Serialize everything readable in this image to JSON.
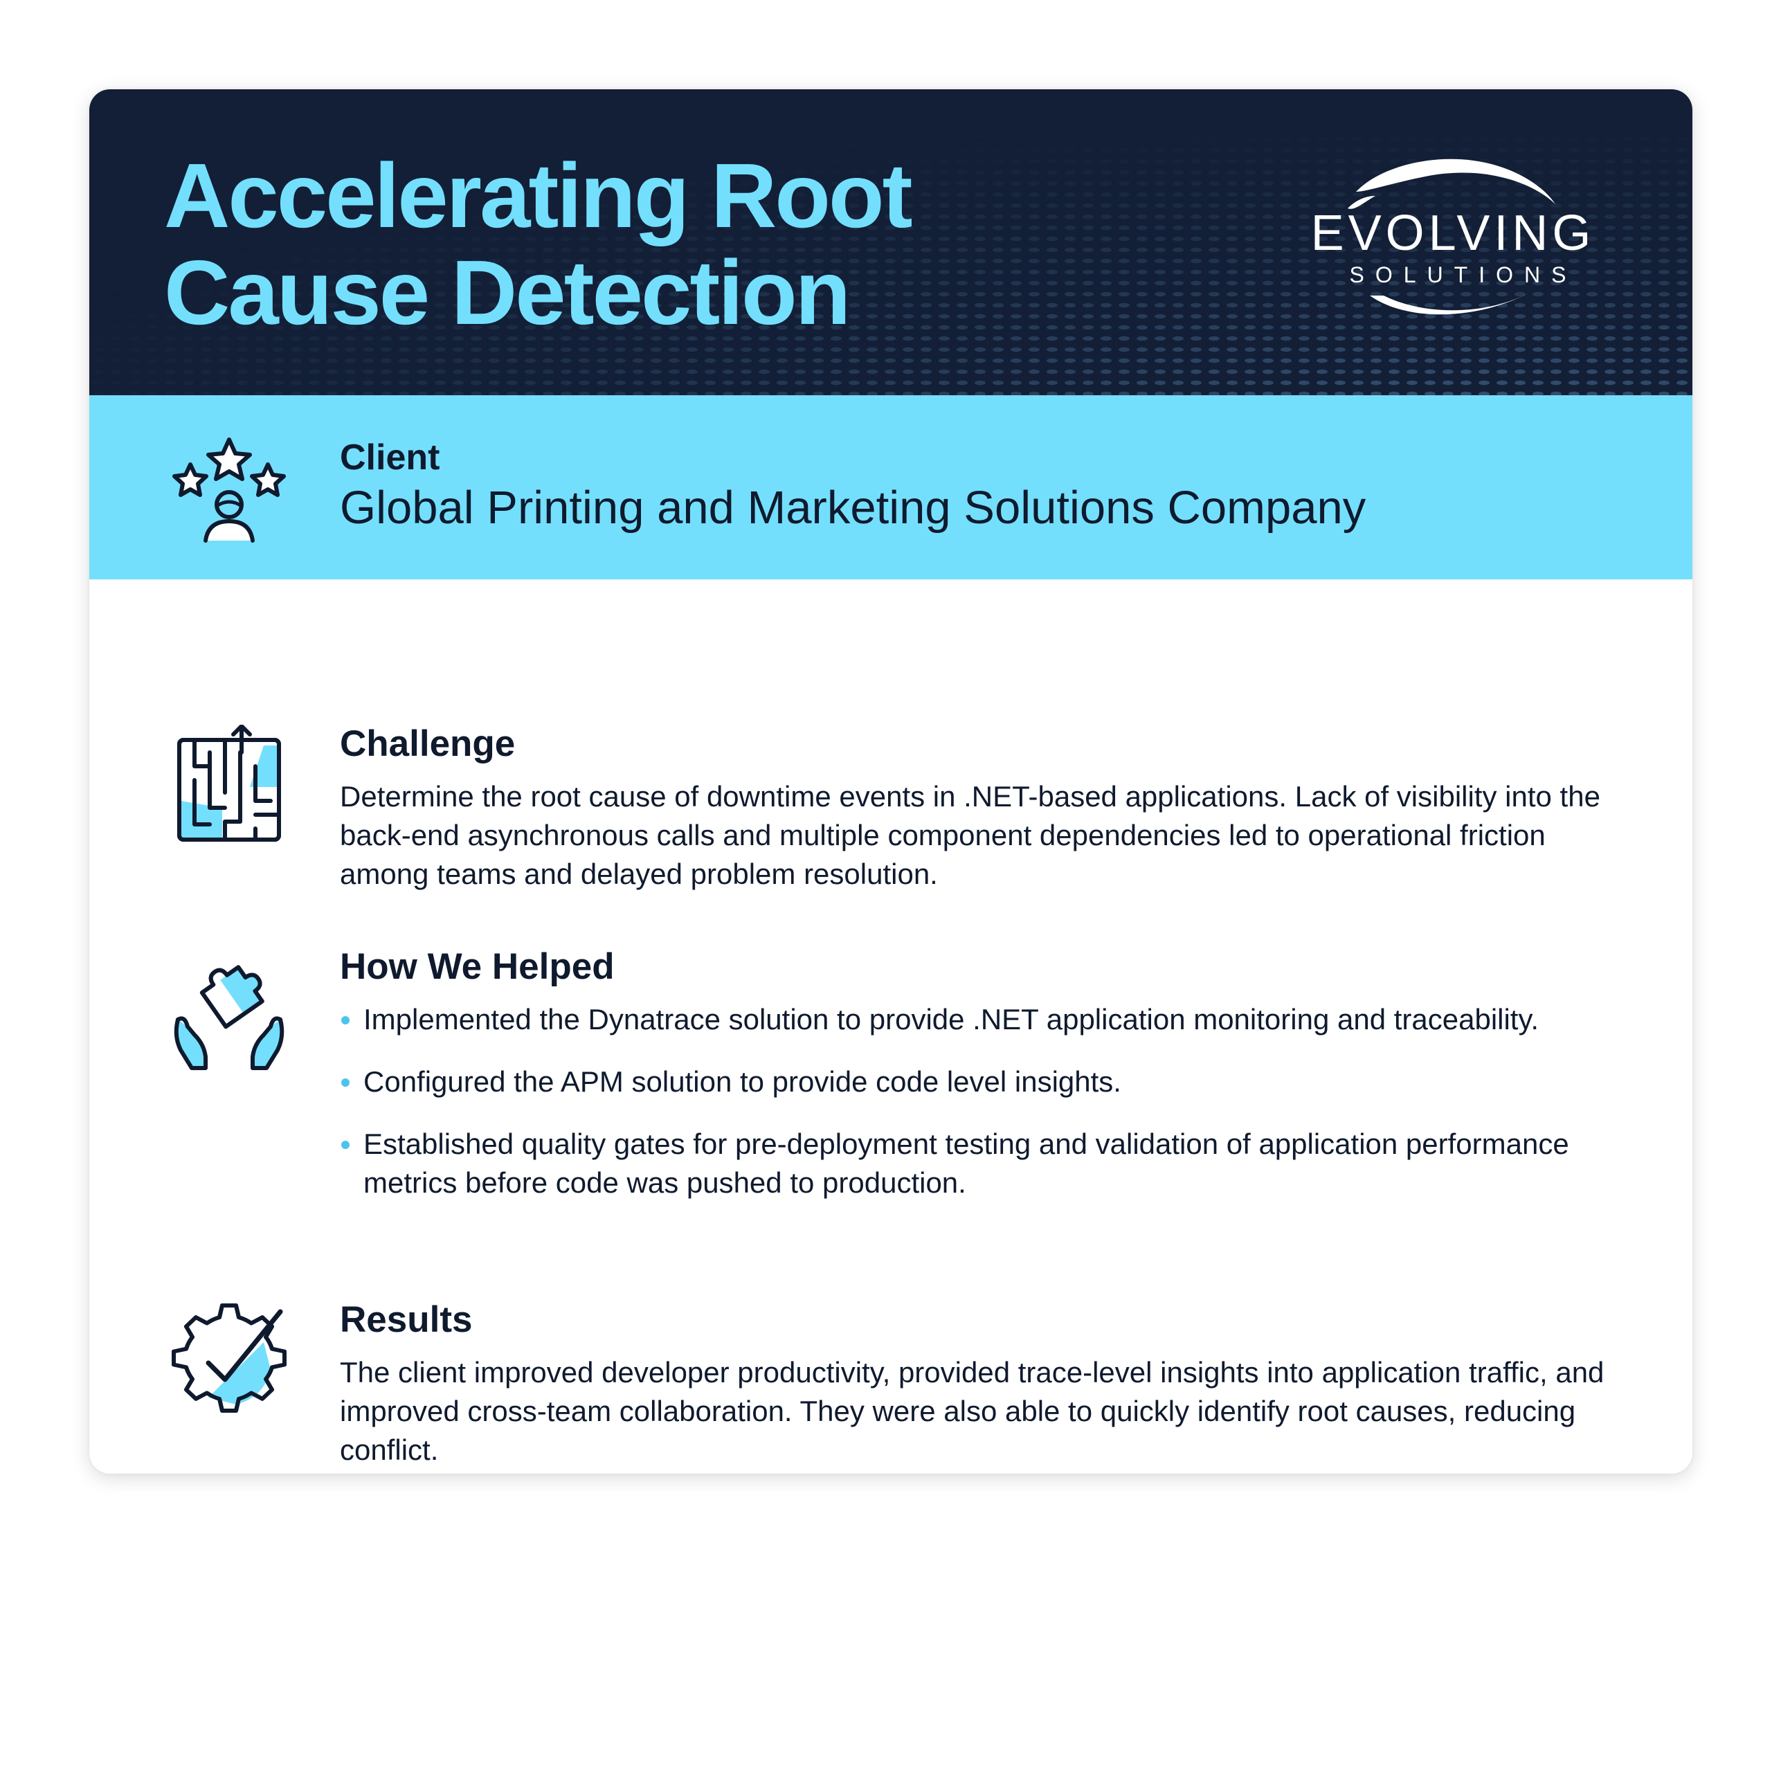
{
  "header": {
    "title": "Accelerating Root Cause Detection",
    "logo_word": "EVOLVING",
    "logo_sub": "SOLUTIONS"
  },
  "client": {
    "label": "Client",
    "name": "Global Printing and Marketing Solutions Company",
    "icon": "client-stars-icon"
  },
  "challenge": {
    "heading": "Challenge",
    "body": "Determine the root cause of downtime events in .NET-based applications. Lack of visibility into the back-end asynchronous calls and multiple component dependencies led to operational friction among teams and delayed problem resolution.",
    "icon": "maze-icon"
  },
  "helped": {
    "heading": "How We Helped",
    "icon": "puzzle-hands-icon",
    "items": [
      "Implemented the Dynatrace solution to provide .NET application monitoring and traceability.",
      "Configured the APM solution to provide code level insights.",
      "Established quality gates for pre-deployment testing and validation of application performance metrics before code was pushed to production."
    ]
  },
  "results": {
    "heading": "Results",
    "body": "The client improved developer productivity, provided trace-level insights into application traffic, and improved cross-team collaboration. They were also able to quickly identify root causes, reducing conflict.",
    "icon": "gear-check-icon"
  },
  "colors": {
    "navy": "#121f36",
    "cyan": "#74dffc",
    "ink": "#0f1a2e",
    "bullet": "#4cc3ec"
  }
}
